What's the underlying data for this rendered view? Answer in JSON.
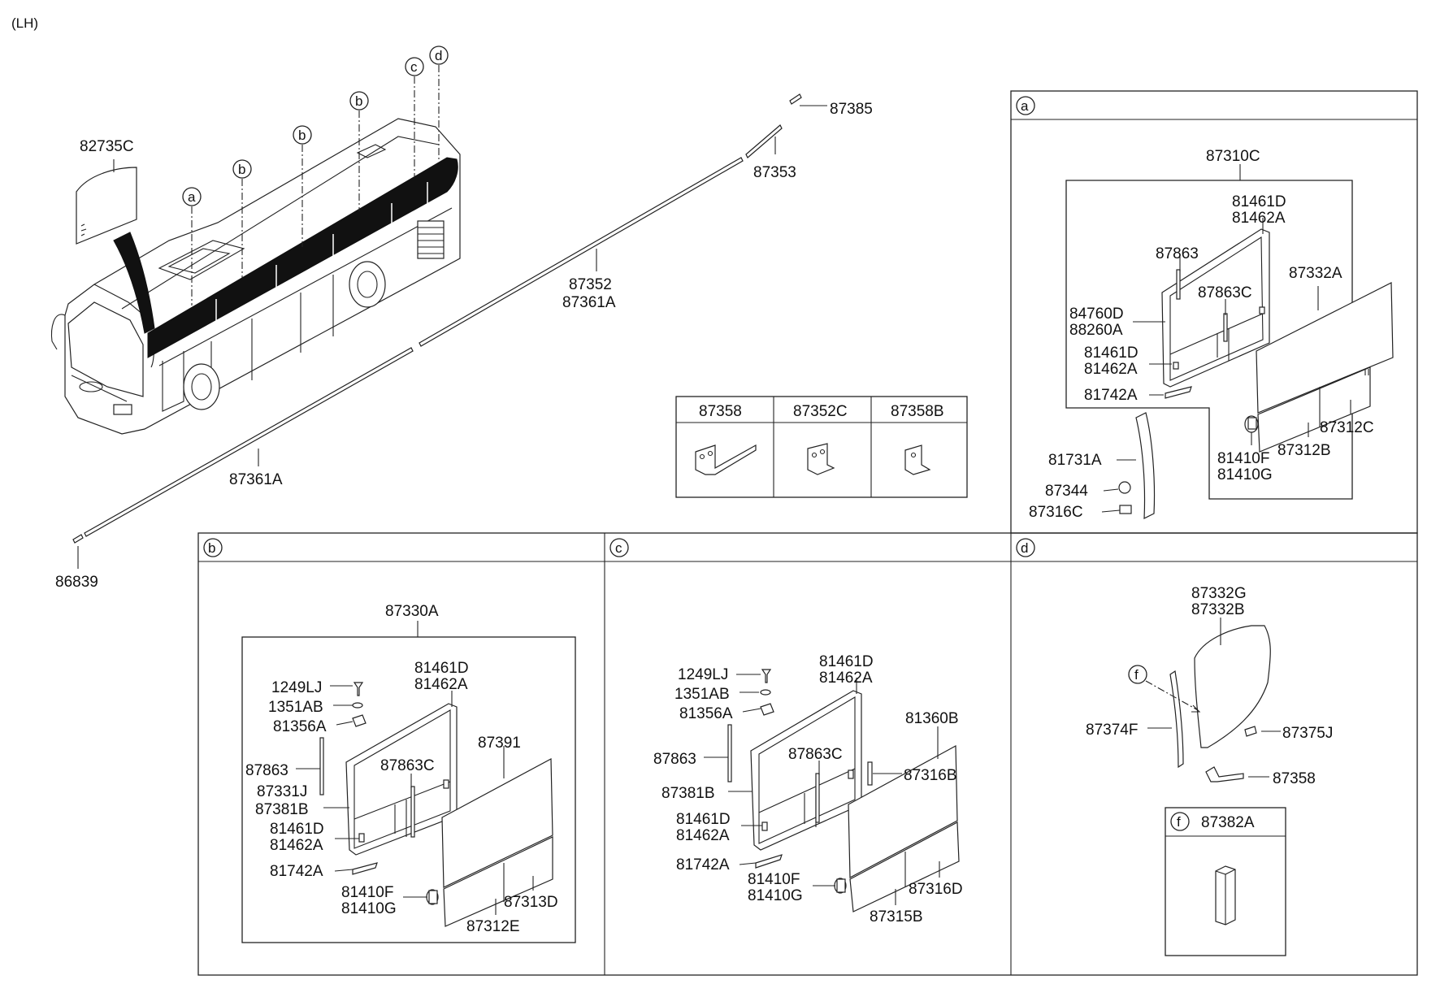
{
  "side_label": "(LH)",
  "callouts": {
    "a": "a",
    "b": "b",
    "c": "c",
    "d": "d",
    "f": "f"
  },
  "overview": {
    "p82735C": "82735C",
    "p87385": "87385",
    "p87353": "87353",
    "p87352": "87352",
    "p87361A_upper": "87361A",
    "p87361A_lower": "87361A",
    "p86839": "86839"
  },
  "clip_table": {
    "h1": "87358",
    "h2": "87352C",
    "h3": "87358B"
  },
  "section_a": {
    "p87310C": "87310C",
    "p81461D_top": "81461D",
    "p81462A_top": "81462A",
    "p87863": "87863",
    "p87332A": "87332A",
    "p87863C": "87863C",
    "p84760D": "84760D",
    "p88260A": "88260A",
    "p81461D_low": "81461D",
    "p81462A_low": "81462A",
    "p81742A": "81742A",
    "p87312C": "87312C",
    "p87312B": "87312B",
    "p81731A": "81731A",
    "p81410F": "81410F",
    "p81410G": "81410G",
    "p87344": "87344",
    "p87316C": "87316C"
  },
  "section_b": {
    "p87330A": "87330A",
    "p1249LJ": "1249LJ",
    "p1351AB": "1351AB",
    "p81356A": "81356A",
    "p81461D_top": "81461D",
    "p81462A_top": "81462A",
    "p87391": "87391",
    "p87863": "87863",
    "p87863C": "87863C",
    "p87331J": "87331J",
    "p87381B": "87381B",
    "p81461D_low": "81461D",
    "p81462A_low": "81462A",
    "p81742A": "81742A",
    "p81410F": "81410F",
    "p81410G": "81410G",
    "p87313D": "87313D",
    "p87312E": "87312E"
  },
  "section_c": {
    "p1249LJ": "1249LJ",
    "p1351AB": "1351AB",
    "p81356A": "81356A",
    "p81461D_top": "81461D",
    "p81462A_top": "81462A",
    "p81360B": "81360B",
    "p87863": "87863",
    "p87863C": "87863C",
    "p87316B": "87316B",
    "p87381B": "87381B",
    "p81461D_low": "81461D",
    "p81462A_low": "81462A",
    "p81742A": "81742A",
    "p81410F": "81410F",
    "p81410G": "81410G",
    "p87316D": "87316D",
    "p87315B": "87315B"
  },
  "section_d": {
    "p87332G": "87332G",
    "p87332B": "87332B",
    "p87374F": "87374F",
    "p87375J": "87375J",
    "p87358": "87358",
    "p87382A": "87382A"
  }
}
